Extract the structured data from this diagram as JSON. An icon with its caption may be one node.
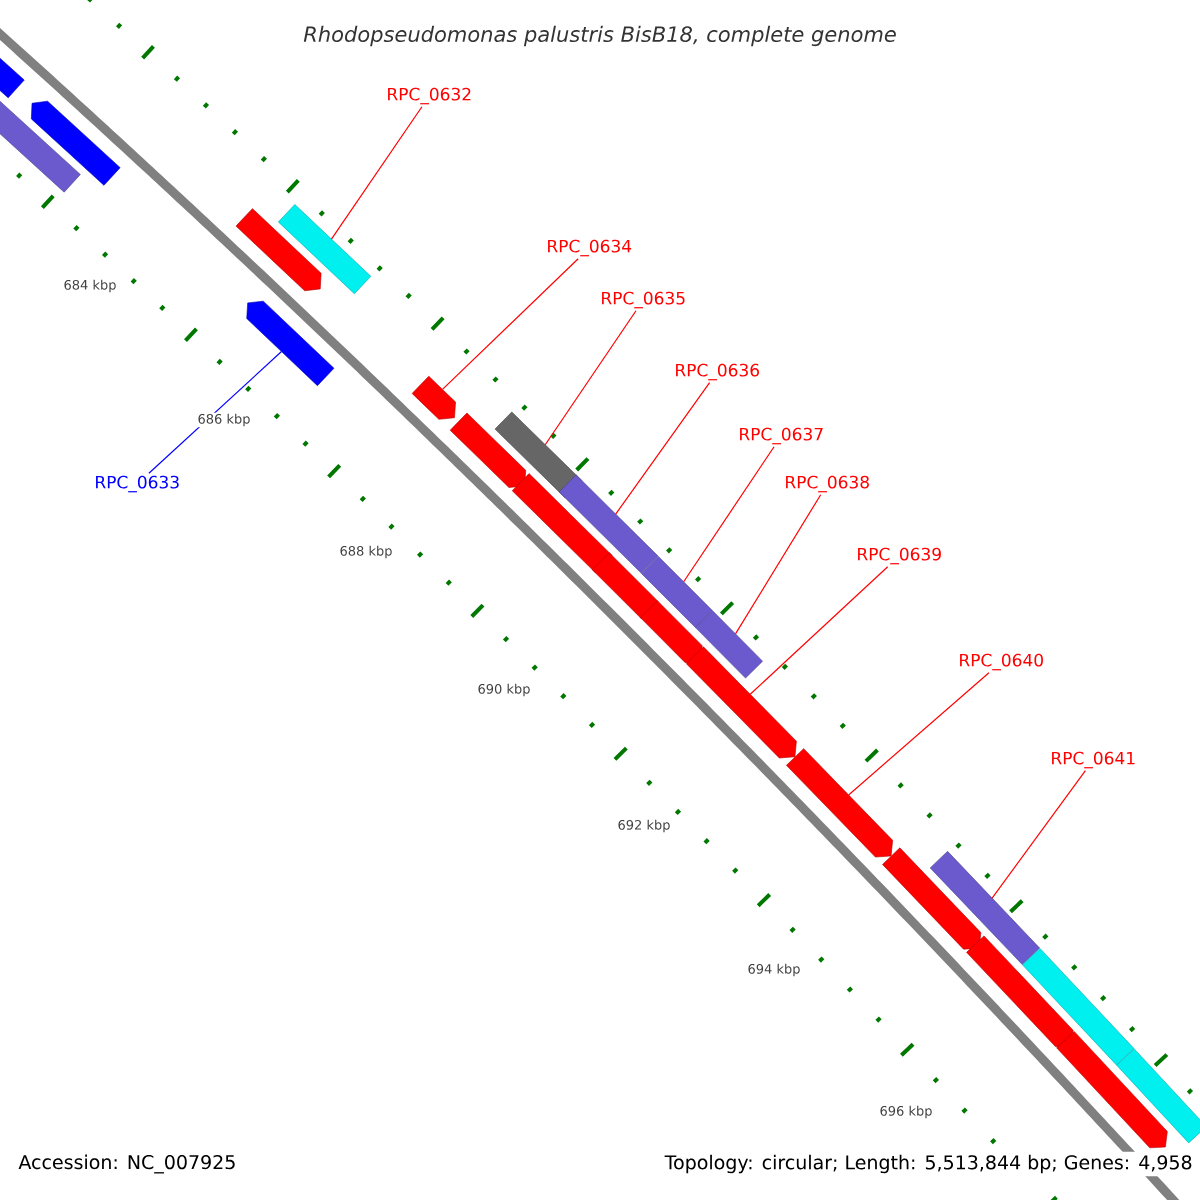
{
  "diagram": {
    "title": "Rhodopseudomonas palustris BisB18, complete genome",
    "nodes": [
      {
        "text": [
          "RPC_0632"
        ]
      },
      {
        "text": [
          "RPC_0633"
        ]
      },
      {
        "text": [
          "RPC_0634"
        ]
      },
      {
        "text": [
          "RPC_0635"
        ]
      },
      {
        "text": [
          "RPC_0636"
        ]
      },
      {
        "text": [
          "RPC_0637"
        ]
      },
      {
        "text": [
          "RPC_0638"
        ]
      },
      {
        "text": [
          "RPC_0639"
        ]
      },
      {
        "text": [
          "RPC_0640"
        ]
      },
      {
        "text": [
          "RPC_0641"
        ]
      },
      {
        "text": [],
        "shape": "bar"
      },
      {
        "text": [],
        "shape": "bar"
      },
      {
        "text": [],
        "shape": "bar"
      },
      {
        "text": [],
        "shape": "bar"
      },
      {
        "text": [],
        "shape": "bar"
      },
      {
        "text": [],
        "shape": "bar"
      },
      {
        "text": [],
        "shape": "bar"
      },
      {
        "text": [],
        "shape": "bar"
      },
      {
        "text": [],
        "shape": "bar"
      },
      {
        "text": [],
        "shape": "bar"
      },
      {
        "text": [],
        "shape": "bar"
      },
      {
        "text": [],
        "shape": "bar"
      },
      {
        "text": [],
        "shape": "bar"
      },
      {
        "text": [],
        "shape": "bar"
      },
      {
        "text": [],
        "shape": "bar"
      },
      {
        "text": [],
        "shape": "bar"
      },
      {
        "text": [],
        "shape": "bar"
      },
      {
        "text": [],
        "shape": "bar"
      },
      {
        "text": [],
        "shape": "bar"
      },
      {
        "text": [],
        "shape": "bar"
      },
      {
        "text": [],
        "shape": "bar"
      },
      {
        "text": [],
        "shape": "bar"
      },
      {
        "text": [],
        "shape": "bar"
      }
    ],
    "edges": [
      {
        "from": 0,
        "to": 14,
        "arrow": "none"
      },
      {
        "from": 1,
        "to": 15,
        "arrow": "none",
        "color": "#0000ff"
      },
      {
        "from": 2,
        "to": 16,
        "arrow": "none"
      },
      {
        "from": 3,
        "to": 18,
        "arrow": "none"
      },
      {
        "from": 4,
        "to": 20,
        "arrow": "none"
      },
      {
        "from": 5,
        "to": 22,
        "arrow": "none"
      },
      {
        "from": 6,
        "to": 24,
        "arrow": "none"
      },
      {
        "from": 7,
        "to": 25,
        "arrow": "none"
      },
      {
        "from": 8,
        "to": 26,
        "arrow": "none"
      },
      {
        "from": 9,
        "to": 28,
        "arrow": "none"
      }
    ],
    "labels": [
      "684 kbp",
      "686 kbp",
      "688 kbp",
      "690 kbp",
      "692 kbp",
      "694 kbp",
      "696 kbp",
      "Accession: NC_007925",
      "Topology: circular; Length: 5,513,844 bp; Genes: 4,958"
    ]
  }
}
